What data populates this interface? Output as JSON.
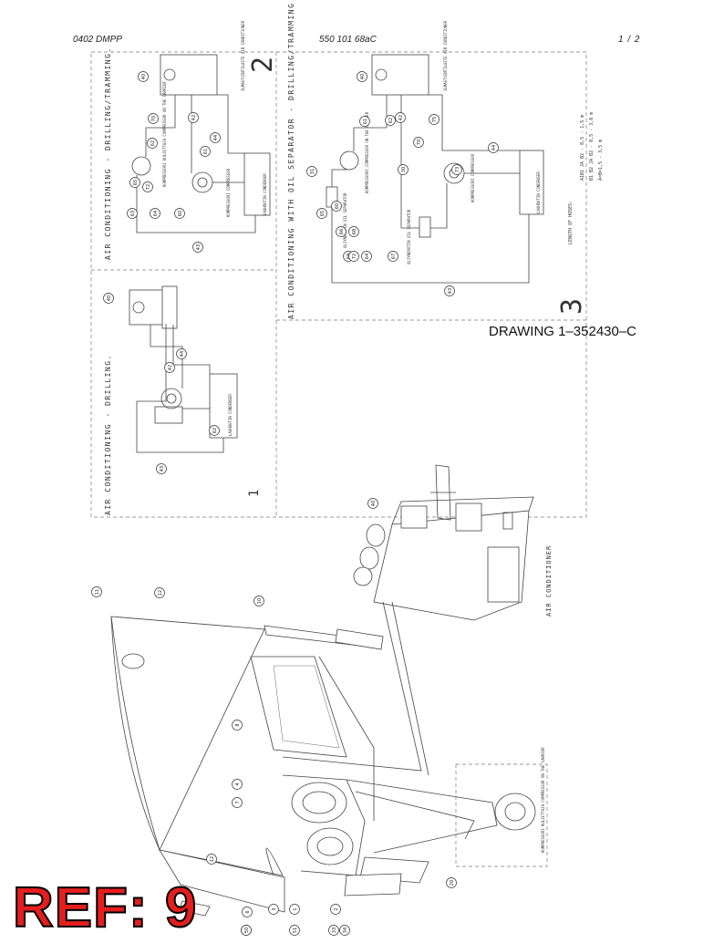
{
  "header": {
    "left": "0402 DMPP",
    "center": "550 101 68aC",
    "right": "1 / 2"
  },
  "drawing_number": "DRAWING 1–352430–C",
  "ref_mark": "REF: 9",
  "panels": {
    "p1": {
      "title": "AIR CONDITIONING - DRILLING.",
      "number": "1",
      "labels": [
        "LAUHDUTIN CONDENSER"
      ]
    },
    "p2": {
      "title": "AIR CONDITIONING - DRILLING/TRAMMING.",
      "number": "2",
      "labels": [
        "KOMPRESSORI COMPRESSOR",
        "KOMPRESSORI KULJETTAJA COMPRESSOR ON THE CARRIER",
        "ILMASTOINTILAITE AIR CONDITIONER",
        "LAUHDUTIN CONDENSER"
      ]
    },
    "p3": {
      "title": "AIR CONDITIONING WITH OIL SEPARATOR - DRILLING/TRAMMING",
      "number": "3",
      "labels": [
        "KOMPRESSORI COMPRESSOR",
        "KOMPRESSORI COMPRESSOR ON THE CARRIER",
        "ILMASTOINTILAITE AIR CONDITIONER",
        "LAUHDUTIN CONDENSER",
        "OLJYNEROTIN OIL SEPARATOR"
      ],
      "hose_title": "LENGTH OF HOSES:",
      "hose_lines": [
        "A1B1 JA B2 - 0,5 - 1,5 m",
        "B1 B2 JA B2 - 0,5 - 3,0 m",
        "A=B=1,5 - 3,5 m"
      ]
    }
  },
  "iso_labels": {
    "air_conditioner": "AIR CONDITIONER",
    "carrier_compressor": "KOMPRESSORI KULJETTAJA COMPRESSOR ON THE CARRIER"
  },
  "bubbles": {
    "p1": [
      "40",
      "42",
      "44",
      "43",
      "62"
    ],
    "p2": [
      "40",
      "42",
      "44",
      "43",
      "62",
      "61",
      "70",
      "63",
      "64",
      "65",
      "72",
      "60"
    ],
    "p3": [
      "40",
      "42",
      "44",
      "43",
      "61",
      "62",
      "70",
      "75",
      "73",
      "30",
      "31",
      "60",
      "65",
      "66",
      "69",
      "72",
      "67",
      "64",
      "68"
    ],
    "iso": [
      "40",
      "11",
      "12",
      "10",
      "8",
      "4",
      "7",
      "12",
      "3",
      "1",
      "2",
      "6",
      "20",
      "5",
      "33",
      "34",
      "50",
      "51"
    ]
  }
}
